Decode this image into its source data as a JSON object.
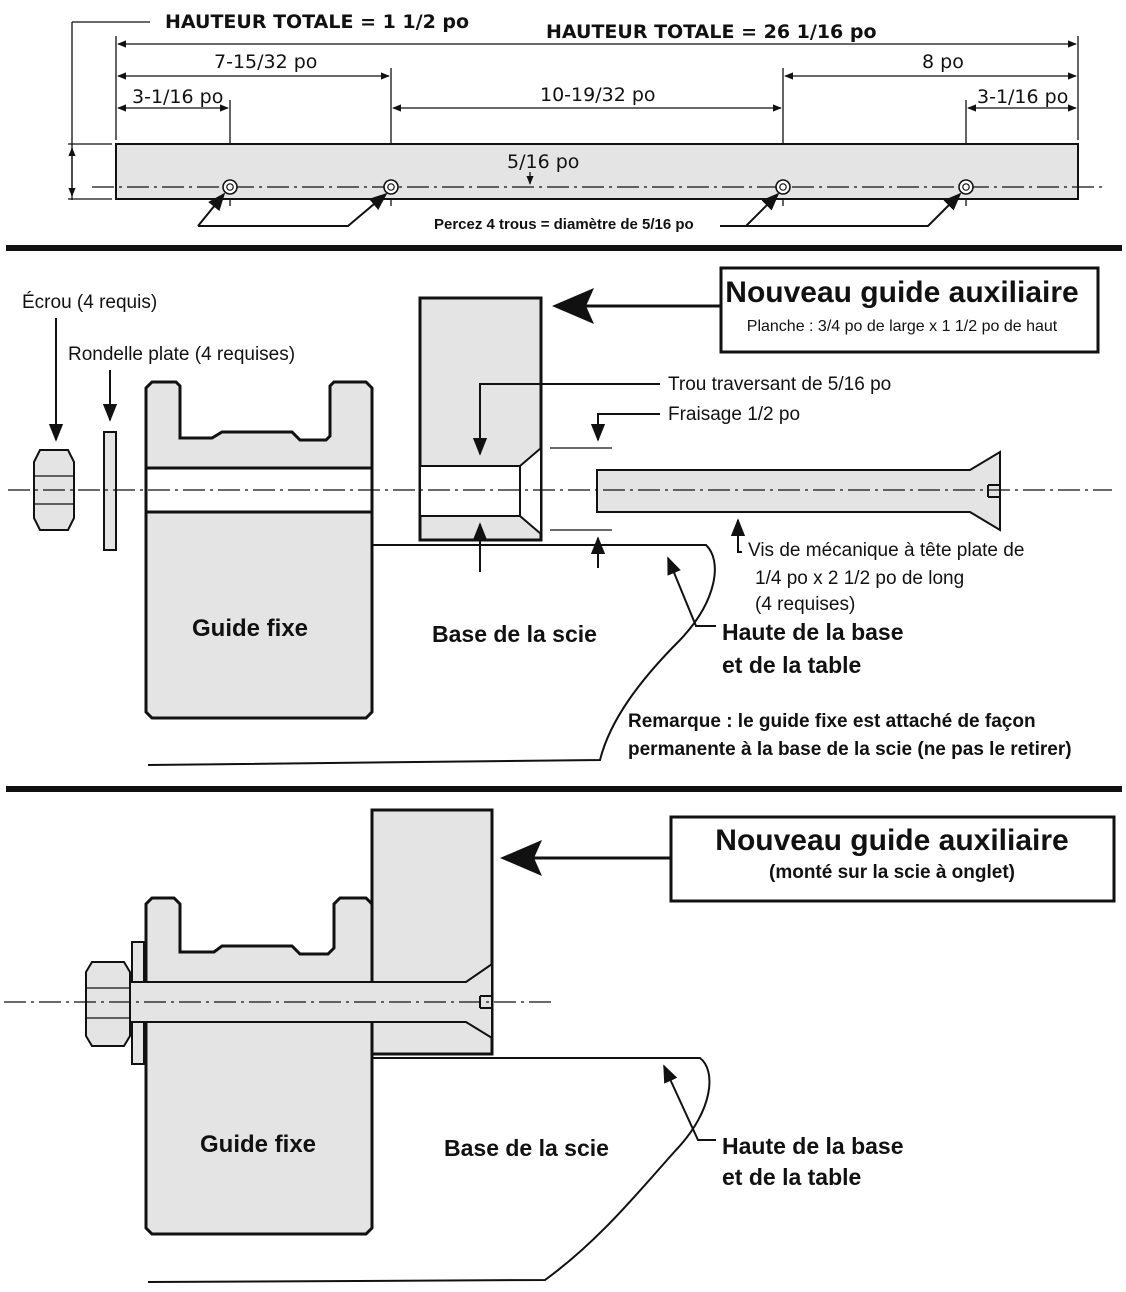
{
  "top_section": {
    "overall_height_label": "HAUTEUR TOTALE = 1 1/2 po",
    "overall_length_label": "HAUTEUR TOTALE = 26 1/16 po",
    "dim_7_15_32": "7-15/32 po",
    "dim_8": "8 po",
    "dim_3_1_16_left": "3-1/16 po",
    "dim_10_19_32": "10-19/32 po",
    "dim_3_1_16_right": "3-1/16 po",
    "dim_5_16": "5/16 po",
    "drill_note": "Percez 4 trous = diamètre de 5/16 po"
  },
  "middle_section": {
    "nut_label": "Écrou (4 requis)",
    "washer_label": "Rondelle plate (4 requises)",
    "callout_title": "Nouveau guide auxiliaire",
    "callout_subtitle": "Planche : 3/4 po de large x 1 1/2 po de haut",
    "through_hole_label": "Trou traversant de 5/16 po",
    "countersink_label": "Fraisage 1/2 po",
    "screw_label_line1": "Vis de mécanique à tête plate de",
    "screw_label_line2": "1/4 po x 2 1/2 po de long",
    "screw_label_line3": "(4 requises)",
    "fixed_fence_label": "Guide fixe",
    "saw_base_label": "Base de la scie",
    "base_top_label_line1": "Haute de la base",
    "base_top_label_line2": "et de la table",
    "note_line1": "Remarque : le guide fixe est attaché de façon",
    "note_line2": "permanente à la base de la scie (ne pas le retirer)"
  },
  "bottom_section": {
    "callout_title": "Nouveau guide auxiliaire",
    "callout_subtitle": "(monté sur la scie à onglet)",
    "fixed_fence_label": "Guide fixe",
    "saw_base_label": "Base de la scie",
    "base_top_label_line1": "Haute de la base",
    "base_top_label_line2": "et de la table"
  }
}
